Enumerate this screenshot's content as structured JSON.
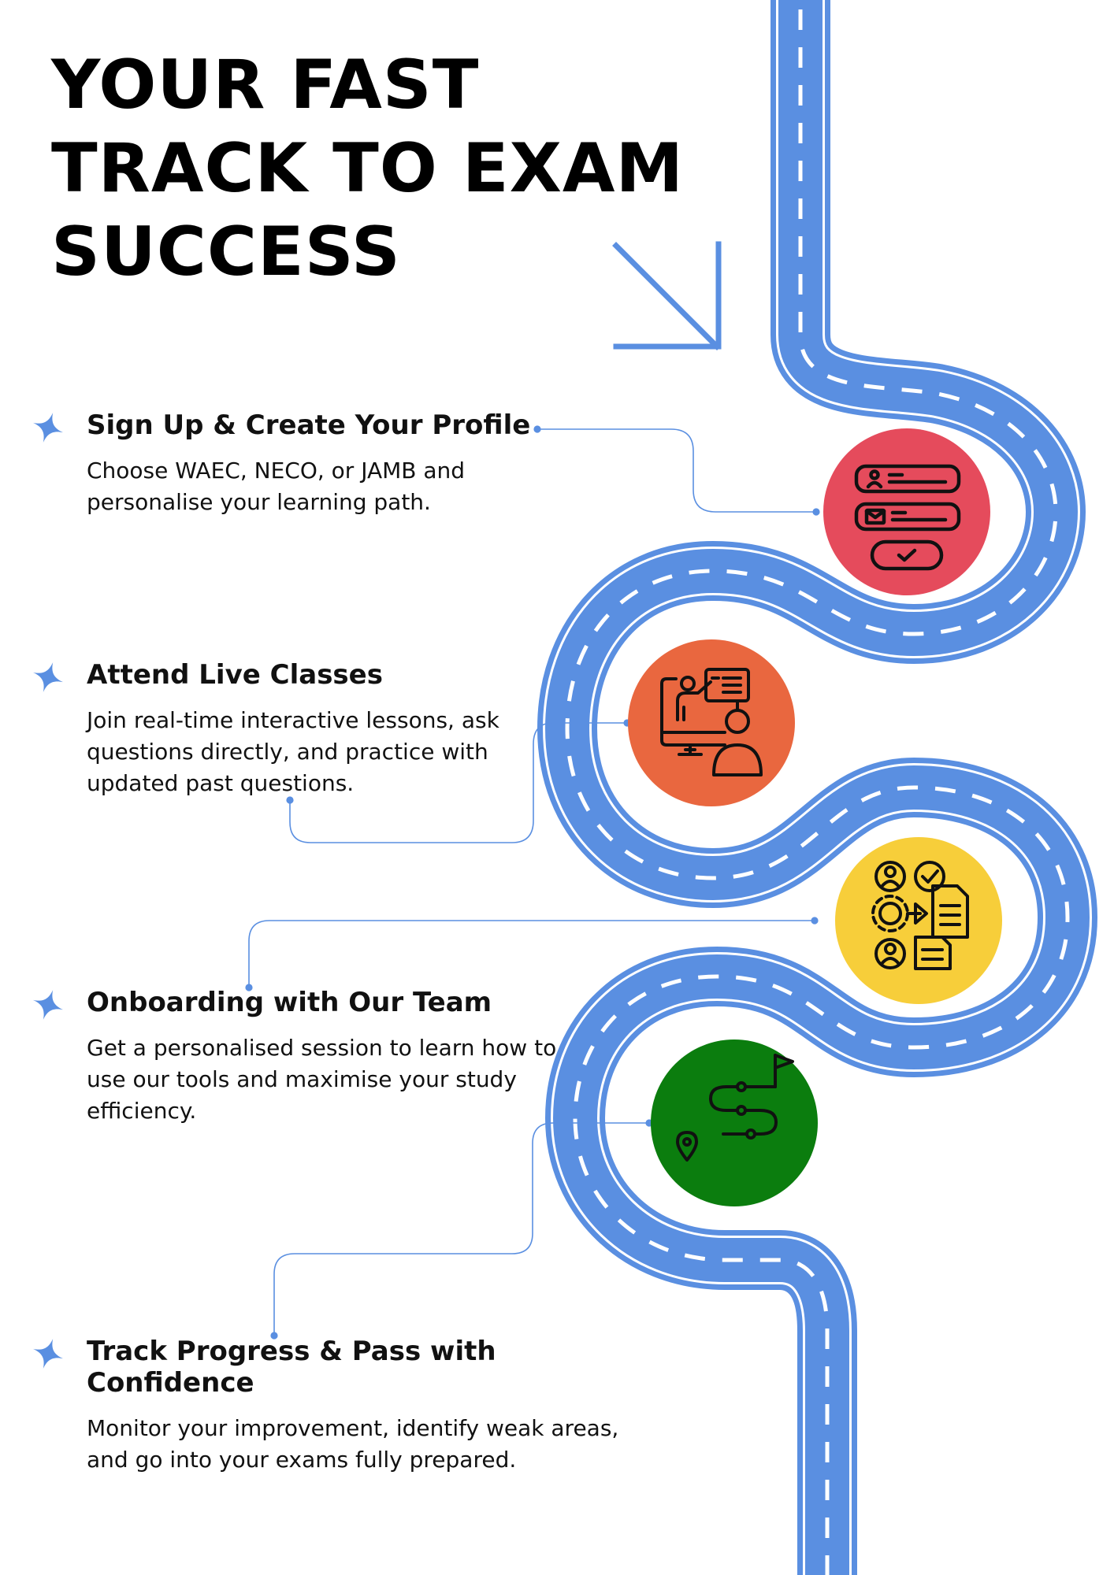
{
  "title": {
    "lines": [
      "YOUR FAST",
      "TRACK TO EXAM",
      "SUCCESS"
    ]
  },
  "colors": {
    "road": "#5a8fe1",
    "road_dash": "#ffffff",
    "connector": "#5a8fe1",
    "star": "#5a8fe1",
    "arrow": "#5a8fe1",
    "icon_stroke": "#111111"
  },
  "steps": [
    {
      "heading": "Sign Up & Create Your Profile",
      "body": [
        "Choose WAEC, NECO, or JAMB and",
        "personalise your learning path."
      ],
      "circle_color": "#e54b5c",
      "icon": "profile-form-icon"
    },
    {
      "heading": "Attend Live Classes",
      "body": [
        "Join real-time interactive lessons, ask",
        "questions directly, and practice with",
        "updated past questions."
      ],
      "circle_color": "#e9673f",
      "icon": "online-teacher-icon"
    },
    {
      "heading": "Onboarding with Our Team",
      "body": [
        "Get a personalised session to learn how to",
        "use our tools and maximise your study",
        "efficiency."
      ],
      "circle_color": "#f7ce3a",
      "icon": "team-workflow-icon"
    },
    {
      "heading": "Track Progress & Pass with Confidence",
      "body": [
        "Monitor your improvement, identify weak areas,",
        "and go into your exams fully prepared."
      ],
      "circle_color": "#0b7d0e",
      "icon": "route-flag-icon"
    }
  ]
}
